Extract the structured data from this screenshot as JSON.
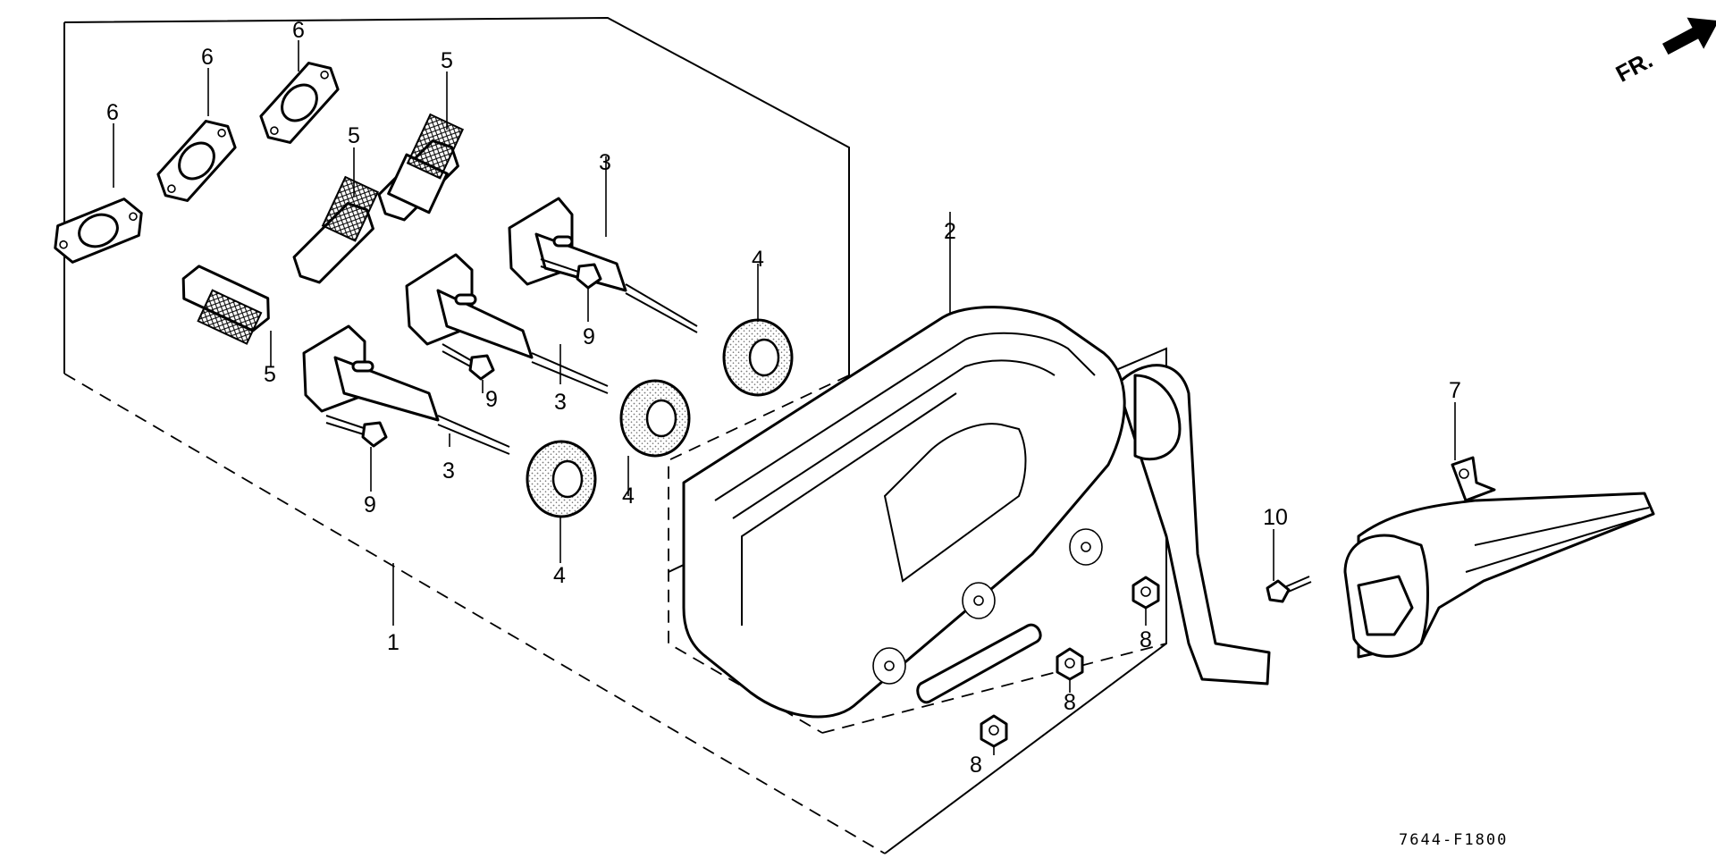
{
  "labels": {
    "l1": "1",
    "l2": "2",
    "l3a": "3",
    "l3b": "3",
    "l3c": "3",
    "l4a": "4",
    "l4b": "4",
    "l4c": "4",
    "l5a": "5",
    "l5b": "5",
    "l5c": "5",
    "l6a": "6",
    "l6b": "6",
    "l6c": "6",
    "l7": "7",
    "l8a": "8",
    "l8b": "8",
    "l8c": "8",
    "l9a": "9",
    "l9b": "9",
    "l9c": "9",
    "l10": "10"
  },
  "direction": "FR.",
  "drawing_code": "7644-F1800",
  "colors": {
    "ink": "#000000",
    "paper": "#ffffff",
    "rubber_dots": "#777777"
  }
}
